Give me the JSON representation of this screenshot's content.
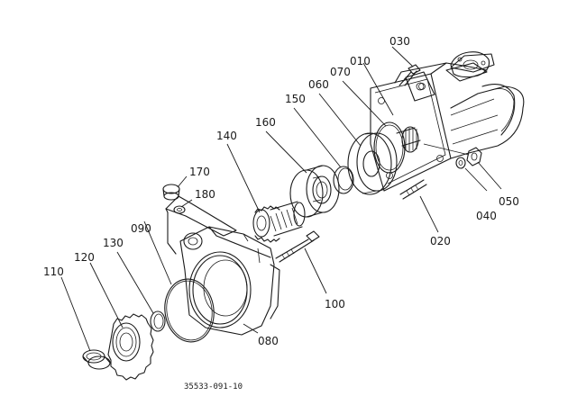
{
  "part_labels": {
    "p010": "010",
    "p020": "020",
    "p030": "030",
    "p040": "040",
    "p050": "050",
    "p060": "060",
    "p070": "070",
    "p080": "080",
    "p090": "090",
    "p100": "100",
    "p110": "110",
    "p120": "120",
    "p130": "130",
    "p140": "140",
    "p150": "150",
    "p160": "160",
    "p170": "170",
    "p180": "180"
  },
  "reference_code": "35533-091-10"
}
